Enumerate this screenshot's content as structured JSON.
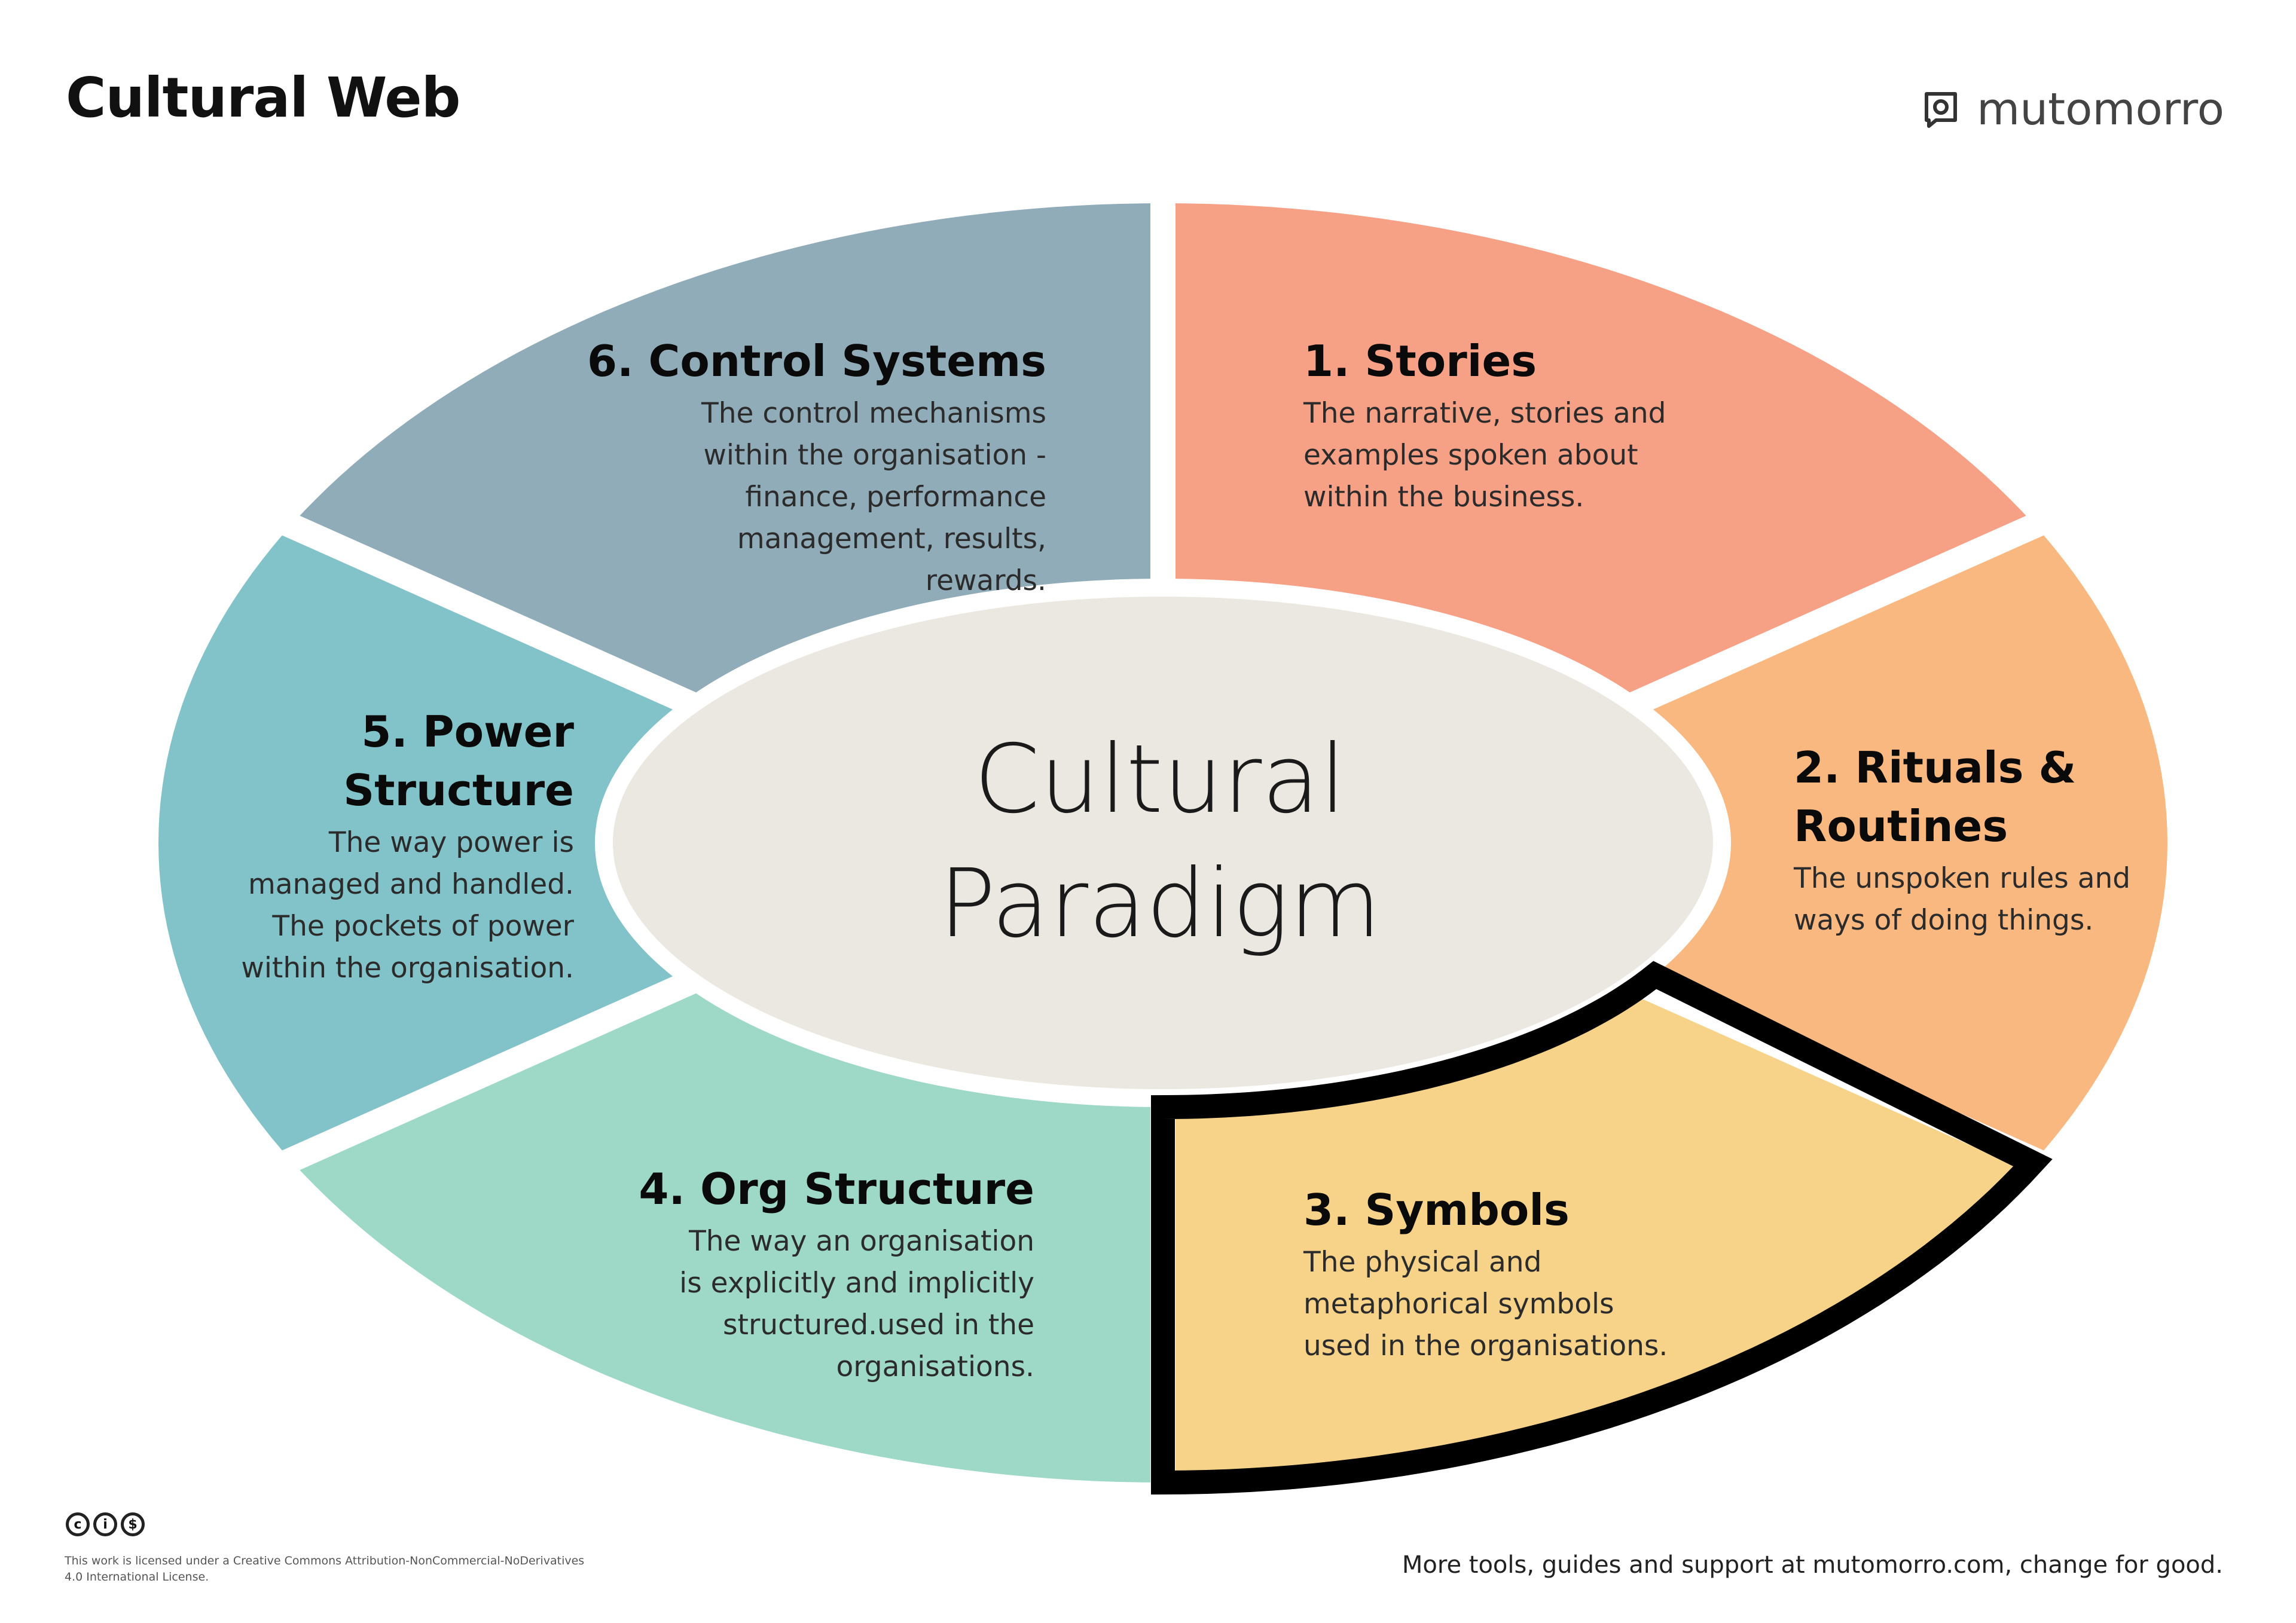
{
  "title": "Cultural Web",
  "brand": {
    "name": "mutomorro",
    "icon": "lens-box-icon"
  },
  "center": {
    "line1": "Cultural",
    "line2": "Paradigm"
  },
  "segments": [
    {
      "title": "1. Stories",
      "description": "The narrative, stories and examples spoken about within the business.",
      "color": "#F6A085"
    },
    {
      "title": "2. Rituals & Routines",
      "description": "The unspoken rules and ways of doing things.",
      "color": "#F9B880"
    },
    {
      "title": "3. Symbols",
      "description": "The physical and metaphorical symbols used in the organisations.",
      "color": "#F7D38A",
      "highlighted": true
    },
    {
      "title": "4. Org Structure",
      "description": "The way an organisation is explicitly and implicitly structured.used in the organisations.",
      "color": "#9ED8C6"
    },
    {
      "title": "5. Power Structure",
      "description": "The way power is managed and handled. The pockets of power within the organisation.",
      "color": "#82C3C9"
    },
    {
      "title": "6. Control Systems",
      "description": "The control mechanisms within the organisation - finance, performance management, results, rewards.",
      "color": "#91ACB9"
    }
  ],
  "center_color": "#EBE8E1",
  "footer": {
    "license_icons": [
      "cc-icon",
      "by-icon",
      "nc-icon"
    ],
    "license_text": "This work is licensed under a Creative Commons Attribution-NonCommercial-NoDerivatives 4.0 International License.",
    "tagline": "More tools, guides and support at mutomorro.com, change for good."
  }
}
